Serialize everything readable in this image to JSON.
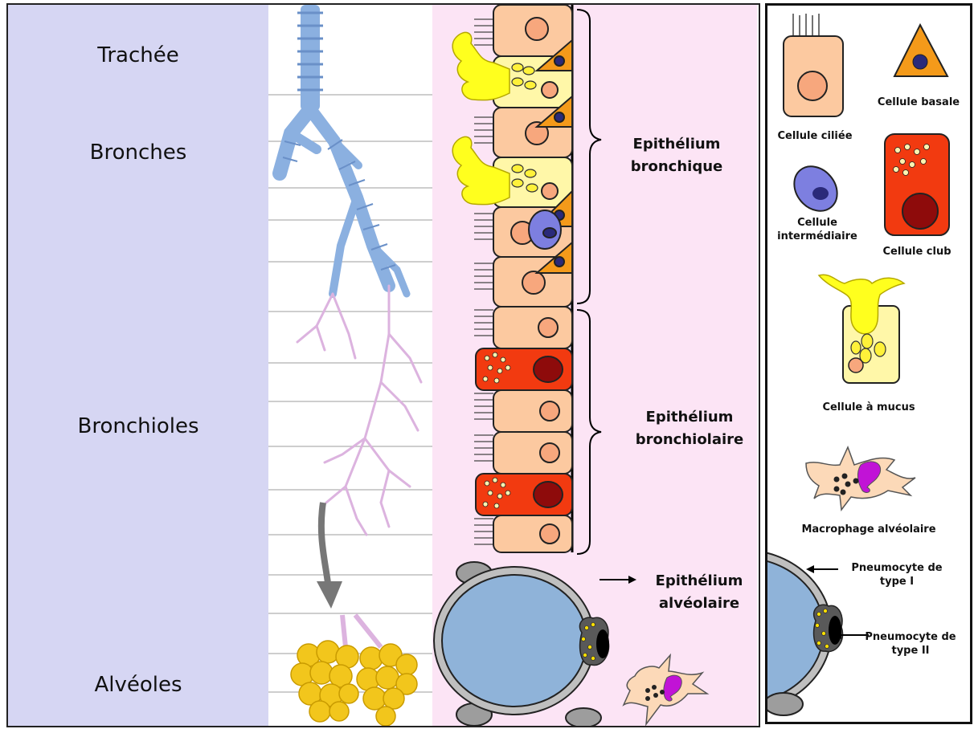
{
  "regions": {
    "trachea": "Trachée",
    "bronchi": "Bronches",
    "bronchioles": "Bronchioles",
    "alveoli": "Alvéoles"
  },
  "epithelia": {
    "bronchial_line1": "Epithélium",
    "bronchial_line2": "bronchique",
    "bronchiolar_line1": "Epithélium",
    "bronchiolar_line2": "bronchiolaire",
    "alveolar_line1": "Epithélium",
    "alveolar_line2": "alvéolaire"
  },
  "legend": {
    "basal": "Cellule basale",
    "ciliated": "Cellule ciliée",
    "intermediate_line1": "Cellule",
    "intermediate_line2": "intermédiaire",
    "club": "Cellule club",
    "mucus": "Cellule à mucus",
    "macrophage": "Macrophage alvéolaire",
    "pneumo1_line1": "Pneumocyte de",
    "pneumo1_line2": "type I",
    "pneumo2_line1": "Pneumocyte de",
    "pneumo2_line2": "type II"
  },
  "colors": {
    "left_panel": "#d6d6f3",
    "cells_panel": "#fce4f5",
    "ciliated_cell": "#fcc9a0",
    "club_cell": "#f23a10",
    "mucus_cell": "#fff7a8",
    "basal_cell": "#f49a1a",
    "alveolus": "#8fb3d9",
    "airway_tree": "#8bb0e0",
    "alveolar_sacs": "#f2c61c"
  }
}
